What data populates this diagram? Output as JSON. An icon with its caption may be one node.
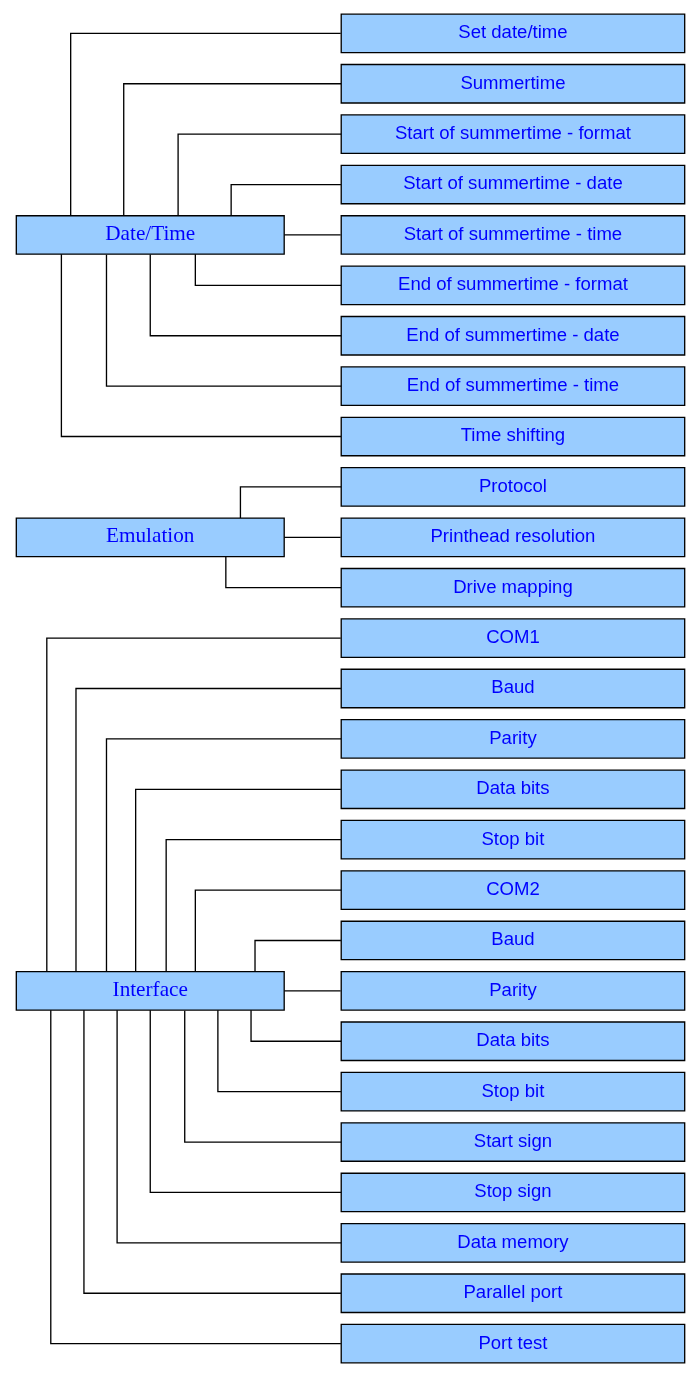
{
  "diagram": {
    "nodes": [
      {
        "text": [
          "Interface"
        ]
      },
      {
        "text": [
          "COM1"
        ]
      },
      {
        "text": [
          "Baud"
        ]
      },
      {
        "text": [
          "Parity"
        ]
      },
      {
        "text": [
          "Data bits"
        ]
      },
      {
        "text": [
          "Stop bit"
        ]
      },
      {
        "text": [
          "COM2"
        ]
      },
      {
        "text": [
          "Baud"
        ]
      },
      {
        "text": [
          "Parity"
        ]
      },
      {
        "text": [
          "Data bits"
        ]
      },
      {
        "text": [
          "Stop bit"
        ]
      },
      {
        "text": [
          "Start sign"
        ]
      },
      {
        "text": [
          "Stop sign"
        ]
      },
      {
        "text": [
          "Data memory"
        ]
      },
      {
        "text": [
          "Parallel port"
        ]
      },
      {
        "text": [
          "Port test"
        ]
      },
      {
        "text": [
          "Emulation"
        ]
      },
      {
        "text": [
          "Protocol"
        ]
      },
      {
        "text": [
          "Printhead resolution"
        ]
      },
      {
        "text": [
          "Drive mapping"
        ]
      },
      {
        "text": [
          "Date/Time"
        ]
      },
      {
        "text": [
          "Set date/time"
        ]
      },
      {
        "text": [
          "Summertime"
        ]
      },
      {
        "text": [
          "Start of summertime - format"
        ]
      },
      {
        "text": [
          "Start of summertime - date"
        ]
      },
      {
        "text": [
          "Start of summertime - time"
        ]
      },
      {
        "text": [
          "End of summertime - format"
        ]
      },
      {
        "text": [
          "End of summertime - date"
        ]
      },
      {
        "text": [
          "End of summertime - time"
        ]
      },
      {
        "text": [
          "Time shifting"
        ]
      }
    ],
    "edges": [
      {
        "from": 0,
        "to": 1,
        "arrow": "none"
      },
      {
        "from": 0,
        "to": 2,
        "arrow": "none"
      },
      {
        "from": 0,
        "to": 3,
        "arrow": "none"
      },
      {
        "from": 0,
        "to": 4,
        "arrow": "none"
      },
      {
        "from": 0,
        "to": 5,
        "arrow": "none"
      },
      {
        "from": 0,
        "to": 6,
        "arrow": "none"
      },
      {
        "from": 0,
        "to": 7,
        "arrow": "none"
      },
      {
        "from": 0,
        "to": 8,
        "arrow": "none"
      },
      {
        "from": 0,
        "to": 9,
        "arrow": "none"
      },
      {
        "from": 0,
        "to": 10,
        "arrow": "none"
      },
      {
        "from": 0,
        "to": 11,
        "arrow": "none"
      },
      {
        "from": 0,
        "to": 12,
        "arrow": "none"
      },
      {
        "from": 0,
        "to": 13,
        "arrow": "none"
      },
      {
        "from": 0,
        "to": 14,
        "arrow": "none"
      },
      {
        "from": 0,
        "to": 15,
        "arrow": "none"
      },
      {
        "from": 16,
        "to": 17,
        "arrow": "none"
      },
      {
        "from": 16,
        "to": 18,
        "arrow": "none"
      },
      {
        "from": 16,
        "to": 19,
        "arrow": "none"
      },
      {
        "from": 20,
        "to": 21,
        "arrow": "none"
      },
      {
        "from": 20,
        "to": 22,
        "arrow": "none"
      },
      {
        "from": 20,
        "to": 23,
        "arrow": "none"
      },
      {
        "from": 20,
        "to": 24,
        "arrow": "none"
      },
      {
        "from": 20,
        "to": 25,
        "arrow": "none"
      },
      {
        "from": 20,
        "to": 26,
        "arrow": "none"
      },
      {
        "from": 20,
        "to": 27,
        "arrow": "none"
      },
      {
        "from": 20,
        "to": 28,
        "arrow": "none"
      },
      {
        "from": 20,
        "to": 29,
        "arrow": "none"
      }
    ]
  }
}
